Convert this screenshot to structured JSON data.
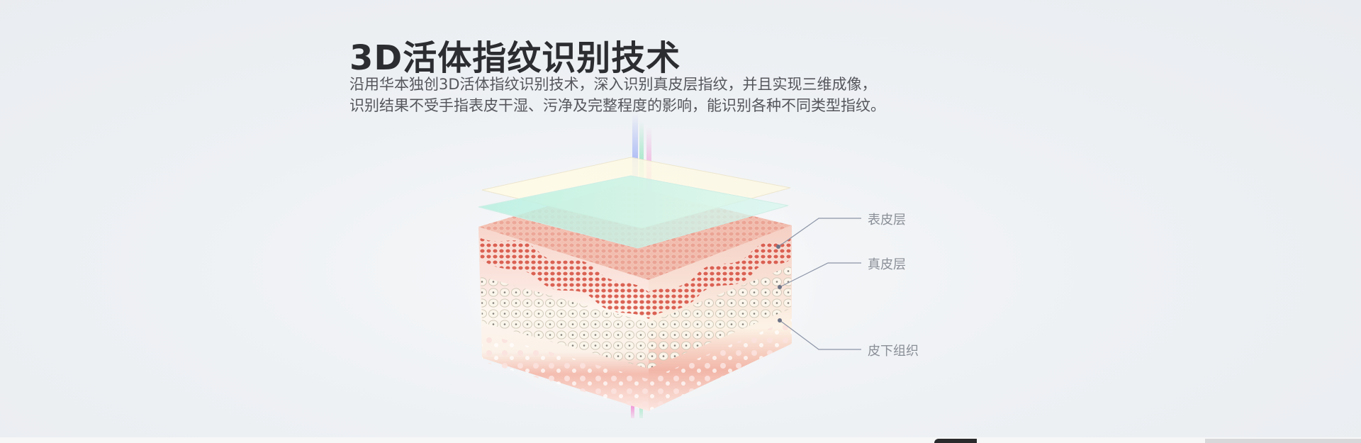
{
  "title": "3D活体指纹识别技术",
  "description": {
    "line1": "沿用华本独创3D活体指纹识别技术，深入识别真皮层指纹，并且实现三维成像，",
    "line2": "识别结果不受手指表皮干湿、污净及完整程度的影响，能识别各种不同类型指纹。"
  },
  "labels": {
    "epidermis": "表皮层",
    "dermis": "真皮层",
    "subcutaneous": "皮下组织"
  },
  "colors": {
    "title": "#2c2d31",
    "text": "#54565c",
    "label": "#8a8f97",
    "leader_line": "#8c94a6",
    "skin_surface": "#f2c7bd",
    "cells": "#c94f43",
    "beam_blue": "#a9b8f5",
    "beam_green": "#9fe6c5",
    "beam_pink": "#f199d7"
  },
  "icons": {
    "illustration": "skin-layers-3d-illustration"
  }
}
